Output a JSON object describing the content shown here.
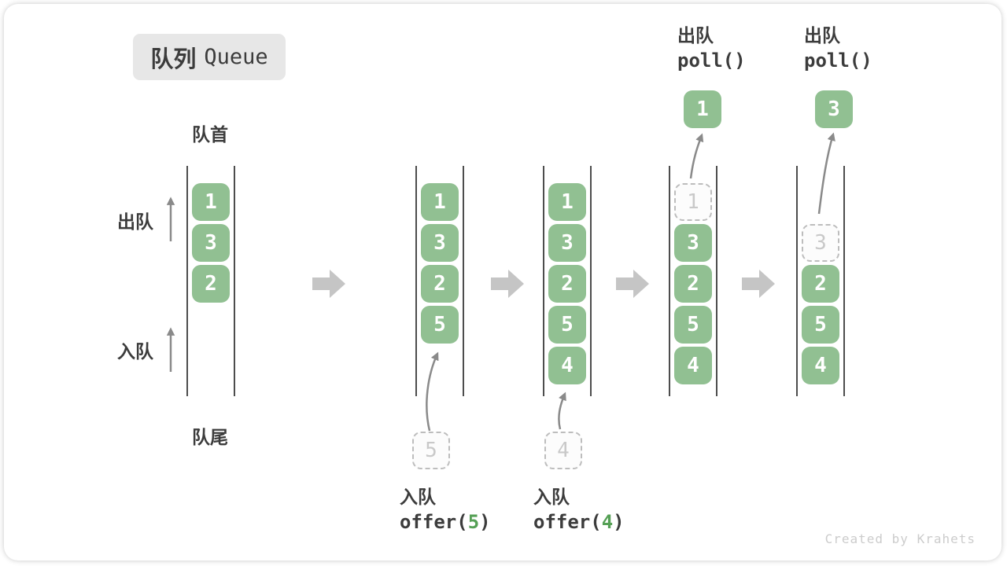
{
  "title": {
    "zh": "队列",
    "en": "Queue"
  },
  "labels": {
    "front": "队首",
    "rear": "队尾",
    "dequeue": "出队",
    "enqueue": "入队"
  },
  "queues": [
    {
      "items": [
        "1",
        "3",
        "2"
      ]
    },
    {
      "items": [
        "1",
        "3",
        "2",
        "5"
      ],
      "incoming": "5",
      "op": {
        "zh": "入队",
        "code_pre": "offer(",
        "code_arg": "5",
        "code_post": ")"
      }
    },
    {
      "items": [
        "1",
        "3",
        "2",
        "5",
        "4"
      ],
      "incoming": "4",
      "op": {
        "zh": "入队",
        "code_pre": "offer(",
        "code_arg": "4",
        "code_post": ")"
      }
    },
    {
      "ghost": "1",
      "items": [
        "3",
        "2",
        "5",
        "4"
      ],
      "popped": "1",
      "op": {
        "zh": "出队",
        "code": "poll()"
      }
    },
    {
      "ghost": "3",
      "items": [
        "2",
        "5",
        "4"
      ],
      "popped": "3",
      "op": {
        "zh": "出队",
        "code": "poll()"
      }
    }
  ],
  "watermark": "Created by Krahets",
  "colors": {
    "box_green": "#91c092",
    "box_text": "#ffffff",
    "code_accent_green": "#55a055",
    "text_dark": "#3c3c3c",
    "arrow_gray": "#8a8a8a",
    "block_arrow_gray": "#c5c5c5",
    "ghost_border": "#bdbdbd",
    "ghost_text": "#c9c9c9",
    "title_bg": "#e7e7e7",
    "watermark_gray": "#cccccc"
  }
}
